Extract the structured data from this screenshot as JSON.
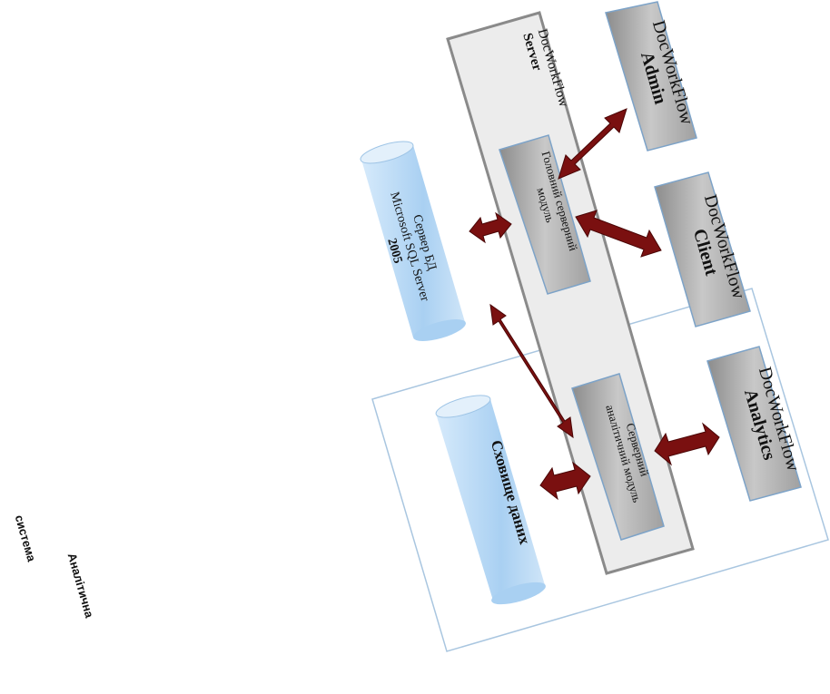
{
  "diagram": {
    "server_group": {
      "line1": "DocWorkFlow",
      "line2": "Server"
    },
    "main_server_module": {
      "line1": "Головний серверний",
      "line2": "модуль"
    },
    "analytic_server_module": {
      "line1": "Серверний",
      "line2": "аналітичний модуль"
    },
    "admin": {
      "line1": "DocWorkFlow",
      "line2": "Admin"
    },
    "client": {
      "line1": "DocWorkFlow",
      "line2": "Client"
    },
    "analytics": {
      "line1": "DocWorkFlow",
      "line2": "Analytics"
    },
    "db_server": {
      "line1": "Сервер БД",
      "line2": "Microsoft SQL Server",
      "line3": "2005"
    },
    "data_warehouse": {
      "label": "Сховище даних"
    },
    "side_caption": {
      "line1": "Аналітична",
      "line2": "система"
    }
  },
  "colors": {
    "arrow": "#7a1010",
    "box_gray": "#a8a8a8",
    "server_panel": "#ececec",
    "cylinder_blue": "#b9d9f5",
    "frame_blue": "#a9c6e0"
  }
}
